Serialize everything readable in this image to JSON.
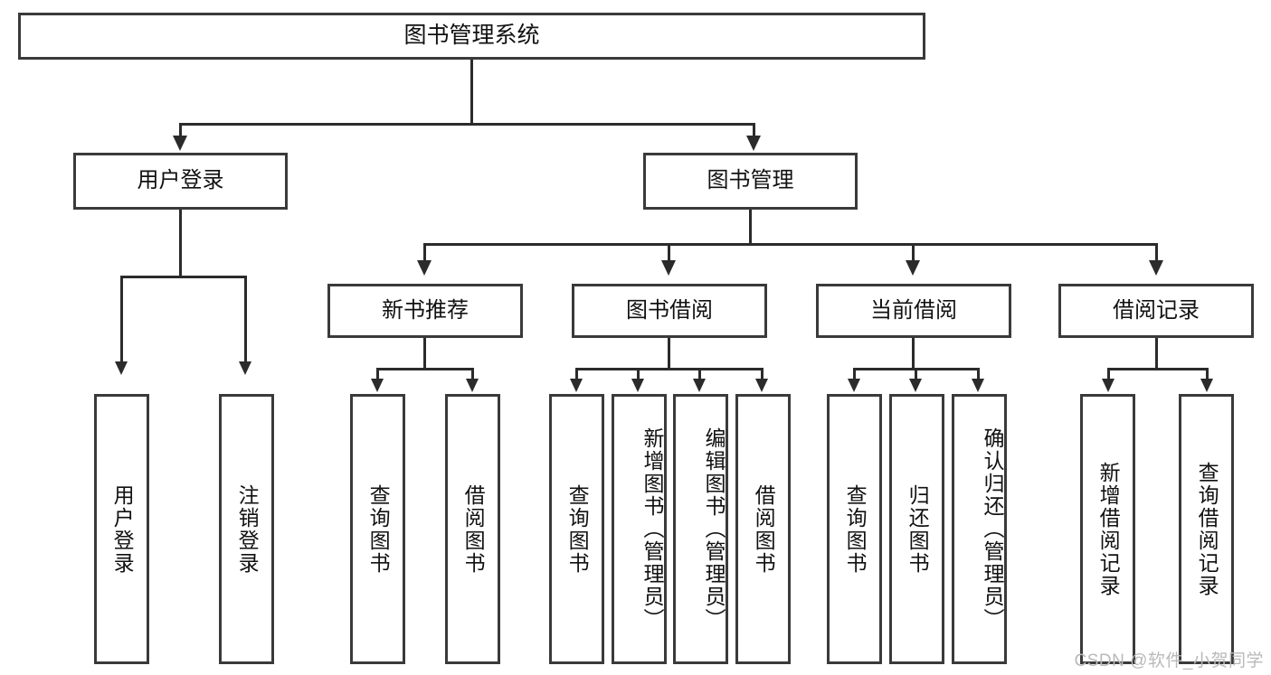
{
  "diagram": {
    "title": "图书管理系统",
    "type": "tree-hierarchy",
    "root": {
      "label": "图书管理系统"
    },
    "level2": [
      {
        "label": "用户登录"
      },
      {
        "label": "图书管理"
      }
    ],
    "level3": [
      {
        "label": "新书推荐"
      },
      {
        "label": "图书借阅"
      },
      {
        "label": "当前借阅"
      },
      {
        "label": "借阅记录"
      }
    ],
    "leaves": {
      "user_login": [
        {
          "label": "用户登录"
        },
        {
          "label": "注销登录"
        }
      ],
      "new_book_recommend": [
        {
          "label": "查询图书"
        },
        {
          "label": "借阅图书"
        }
      ],
      "book_borrow": [
        {
          "label": "查询图书"
        },
        {
          "label": "新增图书（管理员）"
        },
        {
          "label": "编辑图书（管理员）"
        },
        {
          "label": "借阅图书"
        }
      ],
      "current_borrow": [
        {
          "label": "查询图书"
        },
        {
          "label": "归还图书"
        },
        {
          "label": "确认归还（管理员）"
        }
      ],
      "borrow_record": [
        {
          "label": "新增借阅记录"
        },
        {
          "label": "查询借阅记录"
        }
      ]
    }
  },
  "watermark": {
    "text": "CSDN @软件_小贺同学"
  },
  "colors": {
    "box_border": "#3a3a3a",
    "connector": "#2b2b2b",
    "background": "#ffffff",
    "text": "#111111",
    "watermark": "#b9b9b9"
  }
}
